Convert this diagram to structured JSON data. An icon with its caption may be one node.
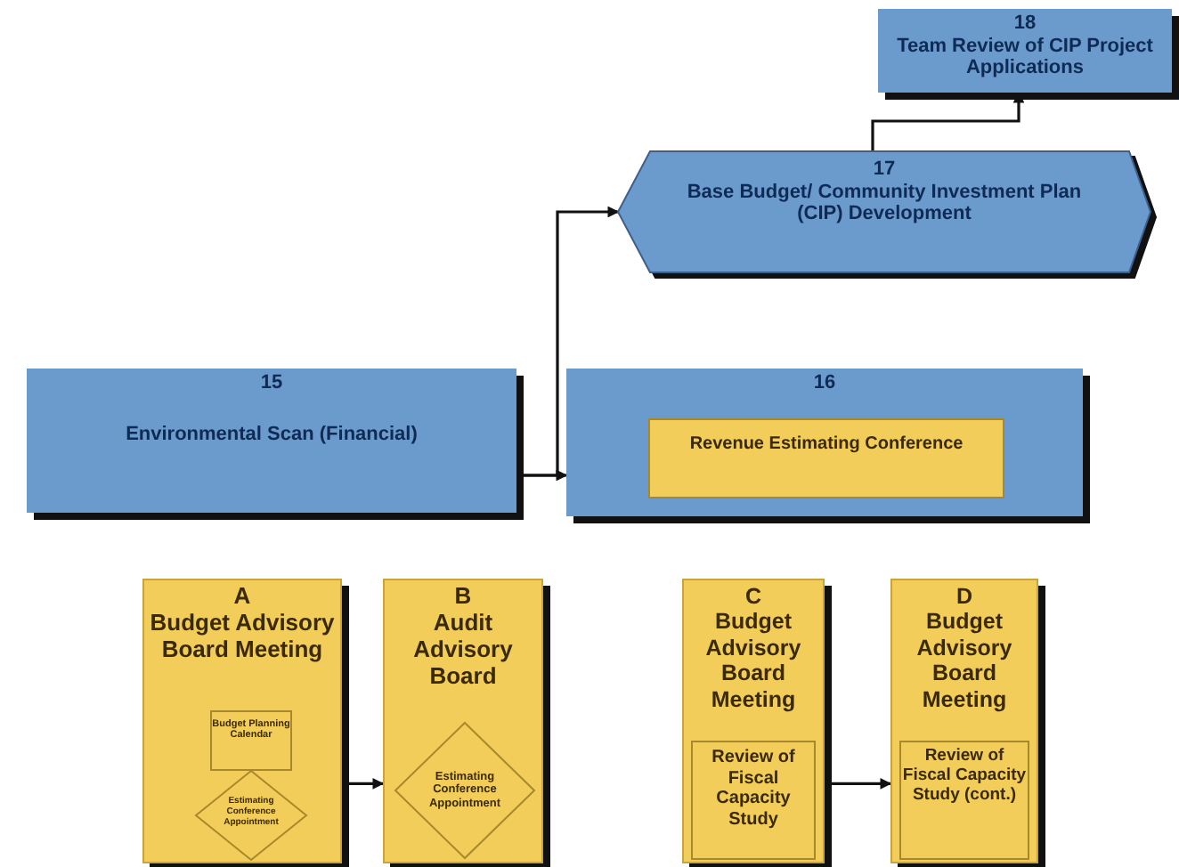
{
  "diagram": {
    "nodes": [
      {
        "text": [
          "18",
          "Team Review of CIP Project Applications"
        ]
      },
      {
        "text": [
          "17",
          "Base Budget/ Community Investment Plan (CIP) Development"
        ]
      },
      {
        "text": [
          "15",
          "Environmental Scan (Financial)"
        ]
      },
      {
        "text": [
          "16"
        ]
      },
      {
        "text": [
          "Revenue Estimating Conference"
        ],
        "in": 3
      },
      {
        "text": [
          "A",
          "Budget Advisory Board Meeting"
        ]
      },
      {
        "text": [
          "Budget Planning Calendar"
        ],
        "in": 5
      },
      {
        "text": [
          "Estimating Conference Appointment"
        ],
        "in": 5
      },
      {
        "text": [
          "B",
          "Audit Advisory Board"
        ]
      },
      {
        "text": [
          "Estimating Conference Appointment"
        ],
        "in": 8
      },
      {
        "text": [
          "C",
          "Budget Advisory Board Meeting"
        ]
      },
      {
        "text": [
          "Review of Fiscal Capacity Study"
        ],
        "in": 10
      },
      {
        "text": [
          "D",
          "Budget Advisory Board Meeting"
        ]
      },
      {
        "text": [
          "Review of Fiscal Capacity Study (cont.)"
        ],
        "in": 12
      }
    ],
    "edges": [
      {
        "from": 2,
        "to": 3,
        "arrow": "to"
      },
      {
        "from": 2,
        "to": 1,
        "arrow": "to"
      },
      {
        "from": 1,
        "to": 0,
        "arrow": "to"
      },
      {
        "from": 5,
        "to": 8,
        "arrow": "to"
      },
      {
        "from": 10,
        "to": 12,
        "arrow": "to"
      }
    ]
  }
}
